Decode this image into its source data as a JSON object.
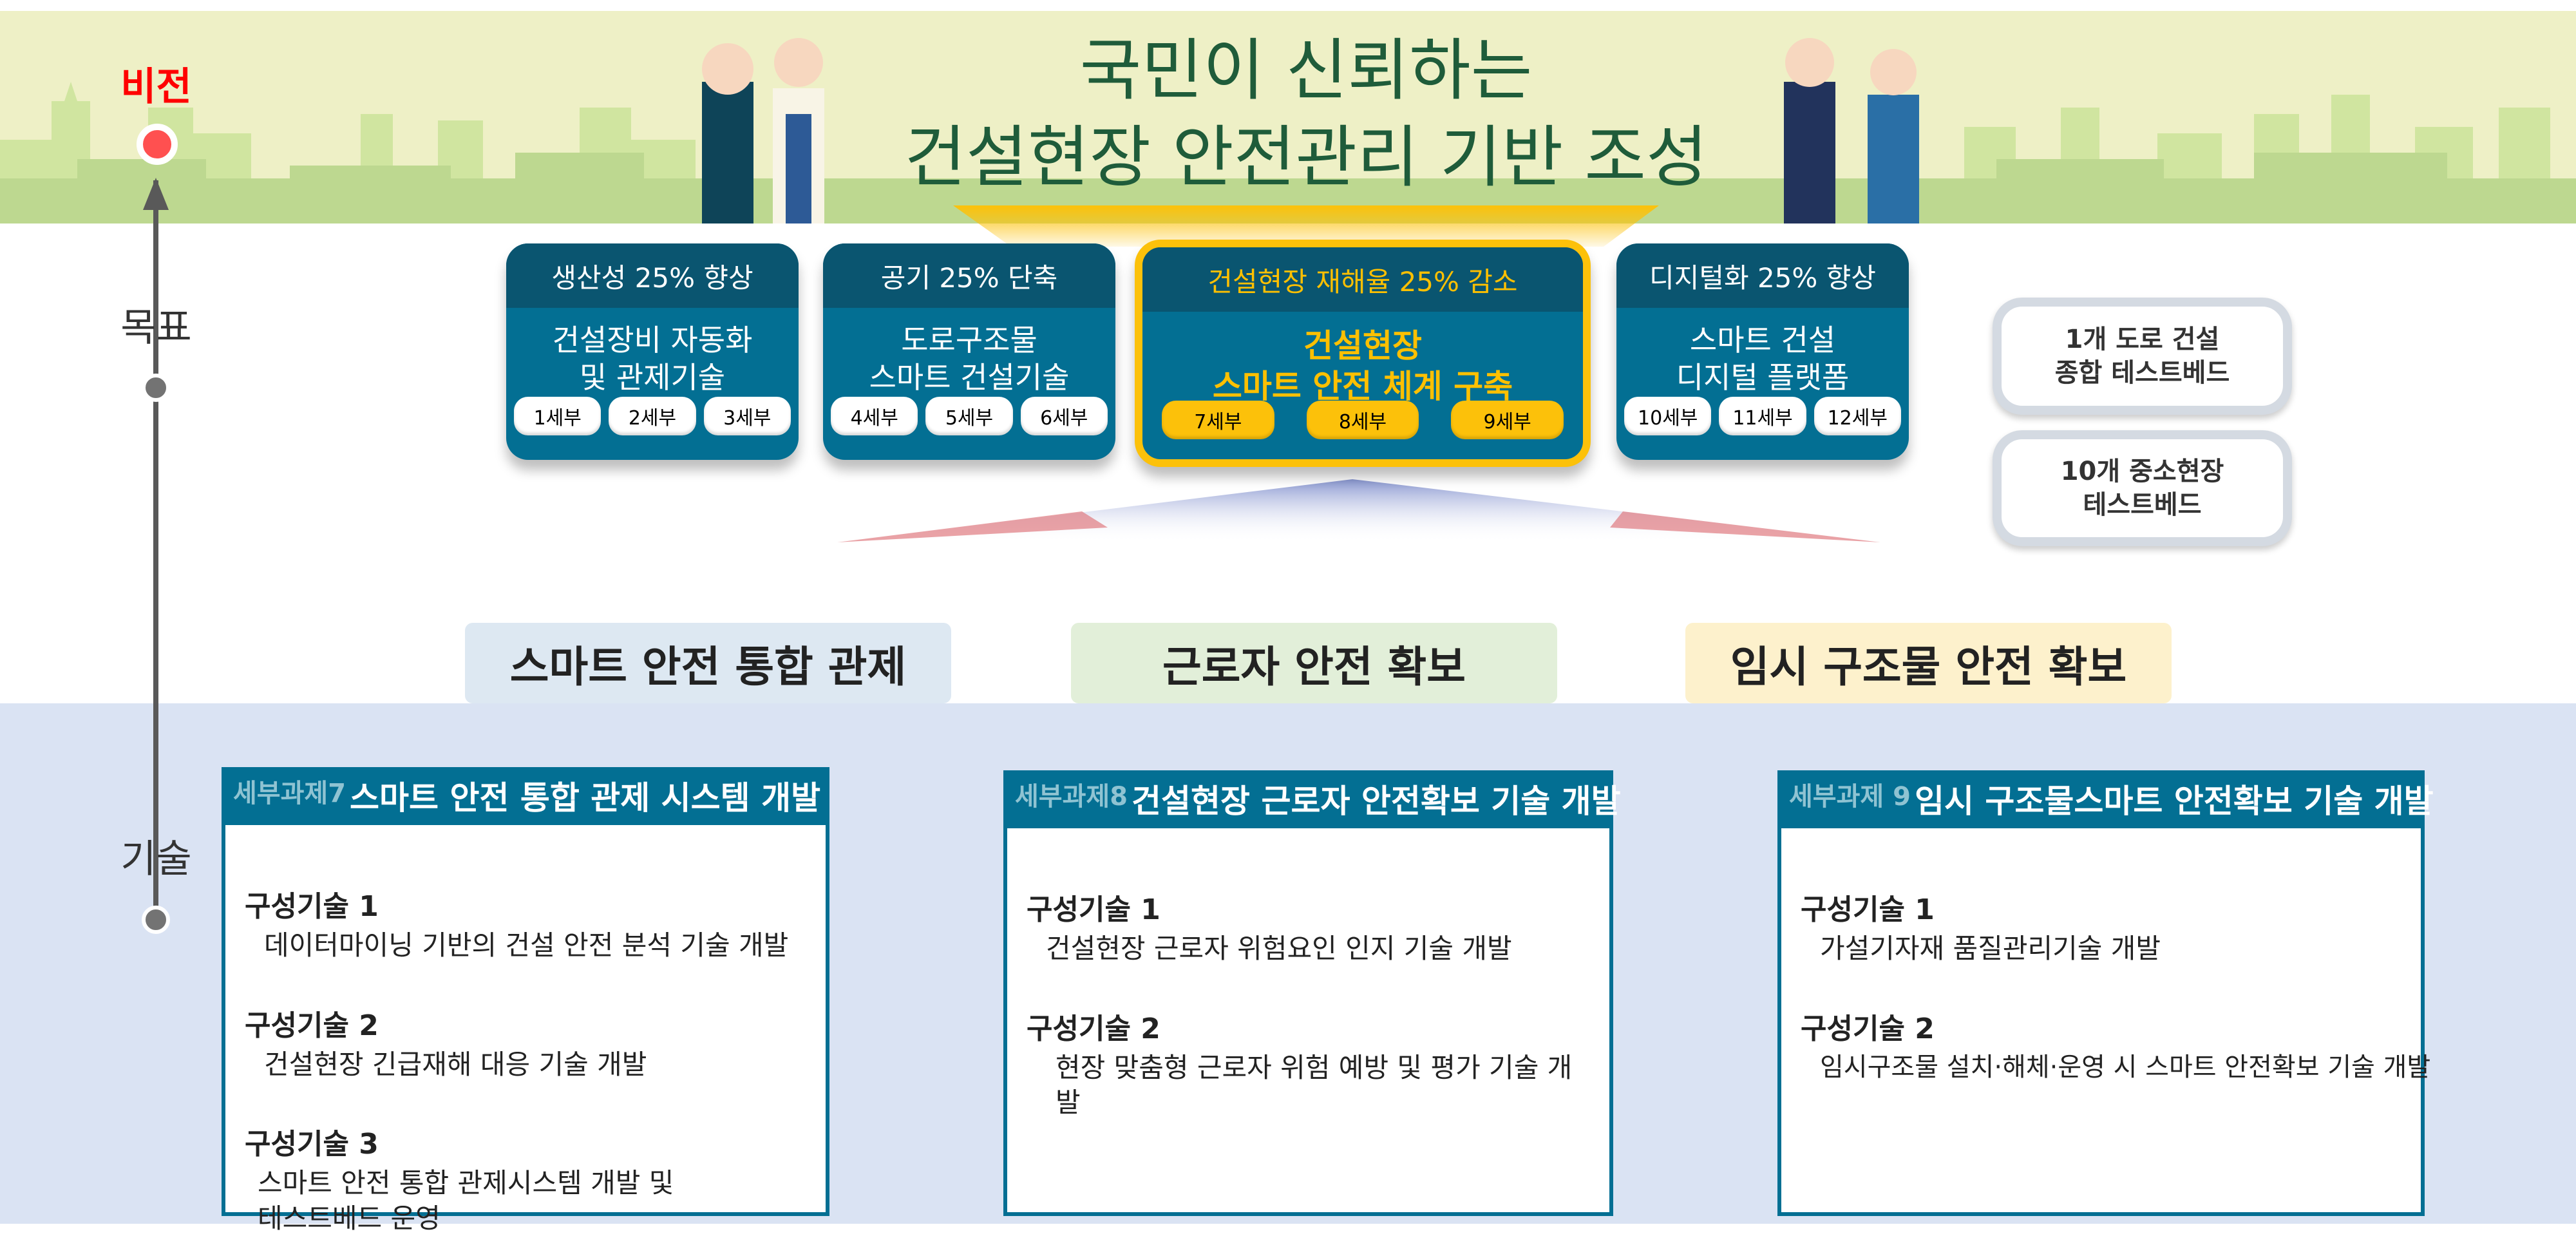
{
  "vision": {
    "title_line1": "국민이 신뢰하는",
    "title_line2": "건설현장 안전관리 기반 조성"
  },
  "side_labels": {
    "vision": "비전",
    "goal": "목표",
    "tech": "기술"
  },
  "goals": [
    {
      "header": "생산성 25% 향상",
      "body": "건설장비 자동화\n및 관제기술",
      "chips": [
        "1세부",
        "2세부",
        "3세부"
      ]
    },
    {
      "header": "공기 25% 단축",
      "body": "도로구조물\n스마트 건설기술",
      "chips": [
        "4세부",
        "5세부",
        "6세부"
      ]
    },
    {
      "header": "건설현장 재해율 25% 감소",
      "body": "건설현장\n스마트 안전 체계 구축",
      "chips": [
        "7세부",
        "8세부",
        "9세부"
      ],
      "highlight": true
    },
    {
      "header": "디지털화 25% 향상",
      "body": "스마트 건설\n디지털 플랫폼",
      "chips": [
        "10세부",
        "11세부",
        "12세부"
      ]
    }
  ],
  "testbeds": [
    "1개 도로 건설\n종합 테스트베드",
    "10개 중소현장\n테스트베드"
  ],
  "categories": [
    "스마트 안전 통합 관제",
    "근로자 안전 확보",
    "임시 구조물 안전 확보"
  ],
  "tasks": [
    {
      "tag": "세부과제7",
      "title": "스마트 안전 통합 관제 시스템 개발",
      "items": [
        {
          "label": "구성기술 1",
          "desc": "데이터마이닝 기반의 건설 안전 분석 기술 개발"
        },
        {
          "label": "구성기술 2",
          "desc": "건설현장 긴급재해 대응 기술 개발"
        },
        {
          "label": "구성기술 3",
          "desc": "스마트 안전 통합 관제시스템 개발 및\n테스트베드 운영"
        }
      ]
    },
    {
      "tag": "세부과제8",
      "title": "건설현장 근로자 안전확보 기술 개발",
      "items": [
        {
          "label": "구성기술 1",
          "desc": "건설현장 근로자 위험요인 인지 기술 개발"
        },
        {
          "label": "구성기술 2",
          "desc": "현장 맞춤형 근로자 위험 예방 및 평가 기술 개발"
        }
      ]
    },
    {
      "tag": "세부과제 9",
      "title": "임시 구조물스마트 안전확보 기술 개발",
      "items": [
        {
          "label": "구성기술 1",
          "desc": "가설기자재 품질관리기술 개발"
        },
        {
          "label": "구성기술 2",
          "desc": "임시구조물 설치·해체·운영 시 스마트 안전확보 기술 개발"
        }
      ]
    }
  ],
  "colors": {
    "teal": "#036f93",
    "teal_dark": "#0a5570",
    "gold": "#fcc10a",
    "vision_red": "#ff0000"
  }
}
